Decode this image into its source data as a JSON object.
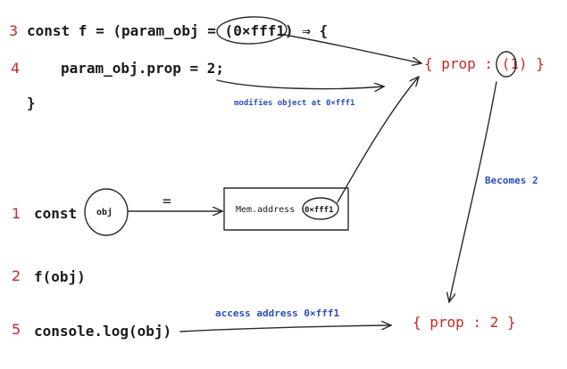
{
  "steps": {
    "n1": "1",
    "n2": "2",
    "n3": "3",
    "n4": "4",
    "n5": "5"
  },
  "code": {
    "line3": "const f = (param_obj = (0×fff1) ⇒ {",
    "line4": "param_obj.prop = 2;",
    "close_brace": "}",
    "const_kw": "const",
    "obj_label": "obj",
    "call": "f(obj)",
    "log": "console.log(obj)"
  },
  "memory": {
    "label": "Mem.address : ",
    "address": "0×fff1",
    "equals": "="
  },
  "objects": {
    "before": "{ prop : (1) }",
    "after": "{ prop : 2 }"
  },
  "annotations": {
    "modifies": "modifies object at 0×fff1",
    "becomes": "Becomes 2",
    "access": "access address 0×fff1"
  },
  "colors": {
    "step_number": "#c62828",
    "annotation": "#2b4fbf",
    "ink": "#1a1a1a"
  }
}
